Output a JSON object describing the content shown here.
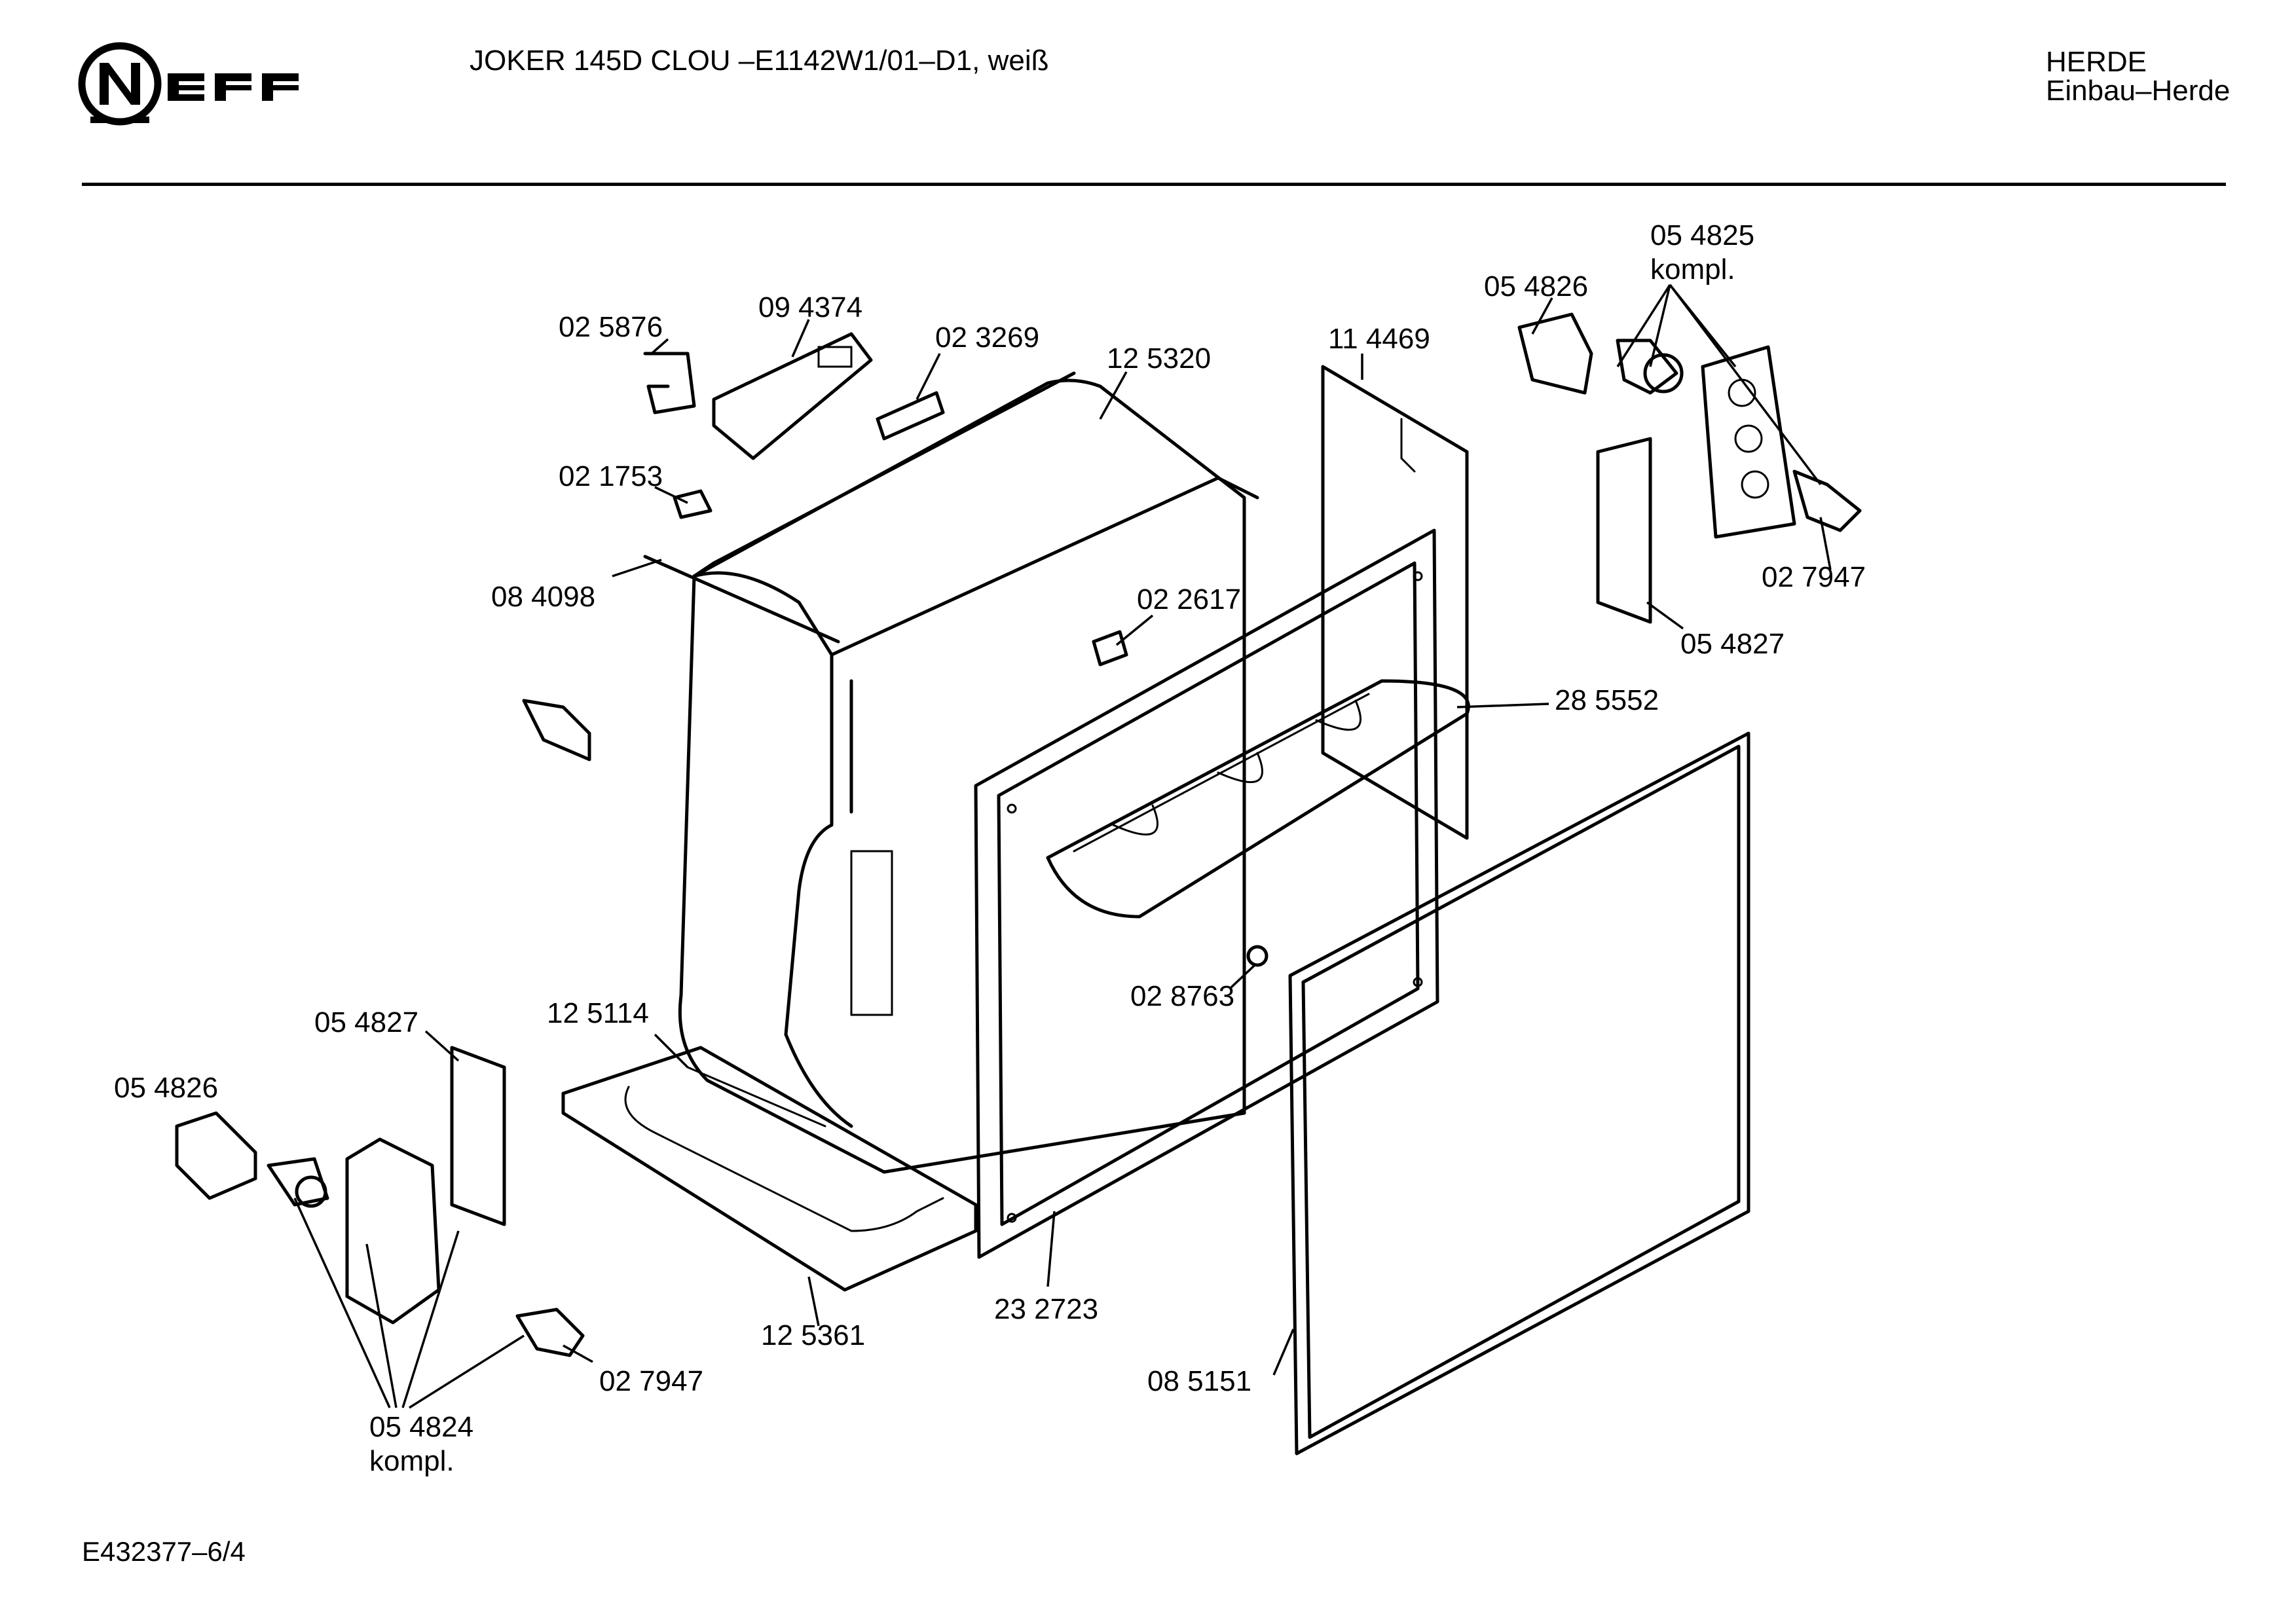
{
  "header": {
    "title": "JOKER 145D CLOU –E1142W1/01–D1, weiß",
    "category": "HERDE",
    "subcategory": "Einbau–Herde"
  },
  "brand": {
    "logo_text": "NEFF"
  },
  "footer": {
    "doc_id": "E432377–6/4"
  },
  "part_labels": [
    {
      "id": "p-025876",
      "text": "02 5876"
    },
    {
      "id": "p-094374",
      "text": "09 4374"
    },
    {
      "id": "p-023269",
      "text": "02 3269"
    },
    {
      "id": "p-125320",
      "text": "12 5320"
    },
    {
      "id": "p-114469",
      "text": "11 4469"
    },
    {
      "id": "p-054826-top",
      "text": "05 4826"
    },
    {
      "id": "p-054825",
      "text": "05 4825"
    },
    {
      "id": "p-054825-kompl",
      "text": "kompl."
    },
    {
      "id": "p-021753",
      "text": "02 1753"
    },
    {
      "id": "p-084098",
      "text": "08 4098"
    },
    {
      "id": "p-022617",
      "text": "02 2617"
    },
    {
      "id": "p-027947-top",
      "text": "02 7947"
    },
    {
      "id": "p-054827-top",
      "text": "05 4827"
    },
    {
      "id": "p-285552",
      "text": "28 5552"
    },
    {
      "id": "p-028763",
      "text": "02 8763"
    },
    {
      "id": "p-125114",
      "text": "12 5114"
    },
    {
      "id": "p-054827-left",
      "text": "05 4827"
    },
    {
      "id": "p-054826-left",
      "text": "05 4826"
    },
    {
      "id": "p-232723",
      "text": "23 2723"
    },
    {
      "id": "p-125361",
      "text": "12 5361"
    },
    {
      "id": "p-027947-bottom",
      "text": "02 7947"
    },
    {
      "id": "p-085151",
      "text": "08 5151"
    },
    {
      "id": "p-054824",
      "text": "05 4824"
    },
    {
      "id": "p-054824-kompl",
      "text": "kompl."
    }
  ]
}
